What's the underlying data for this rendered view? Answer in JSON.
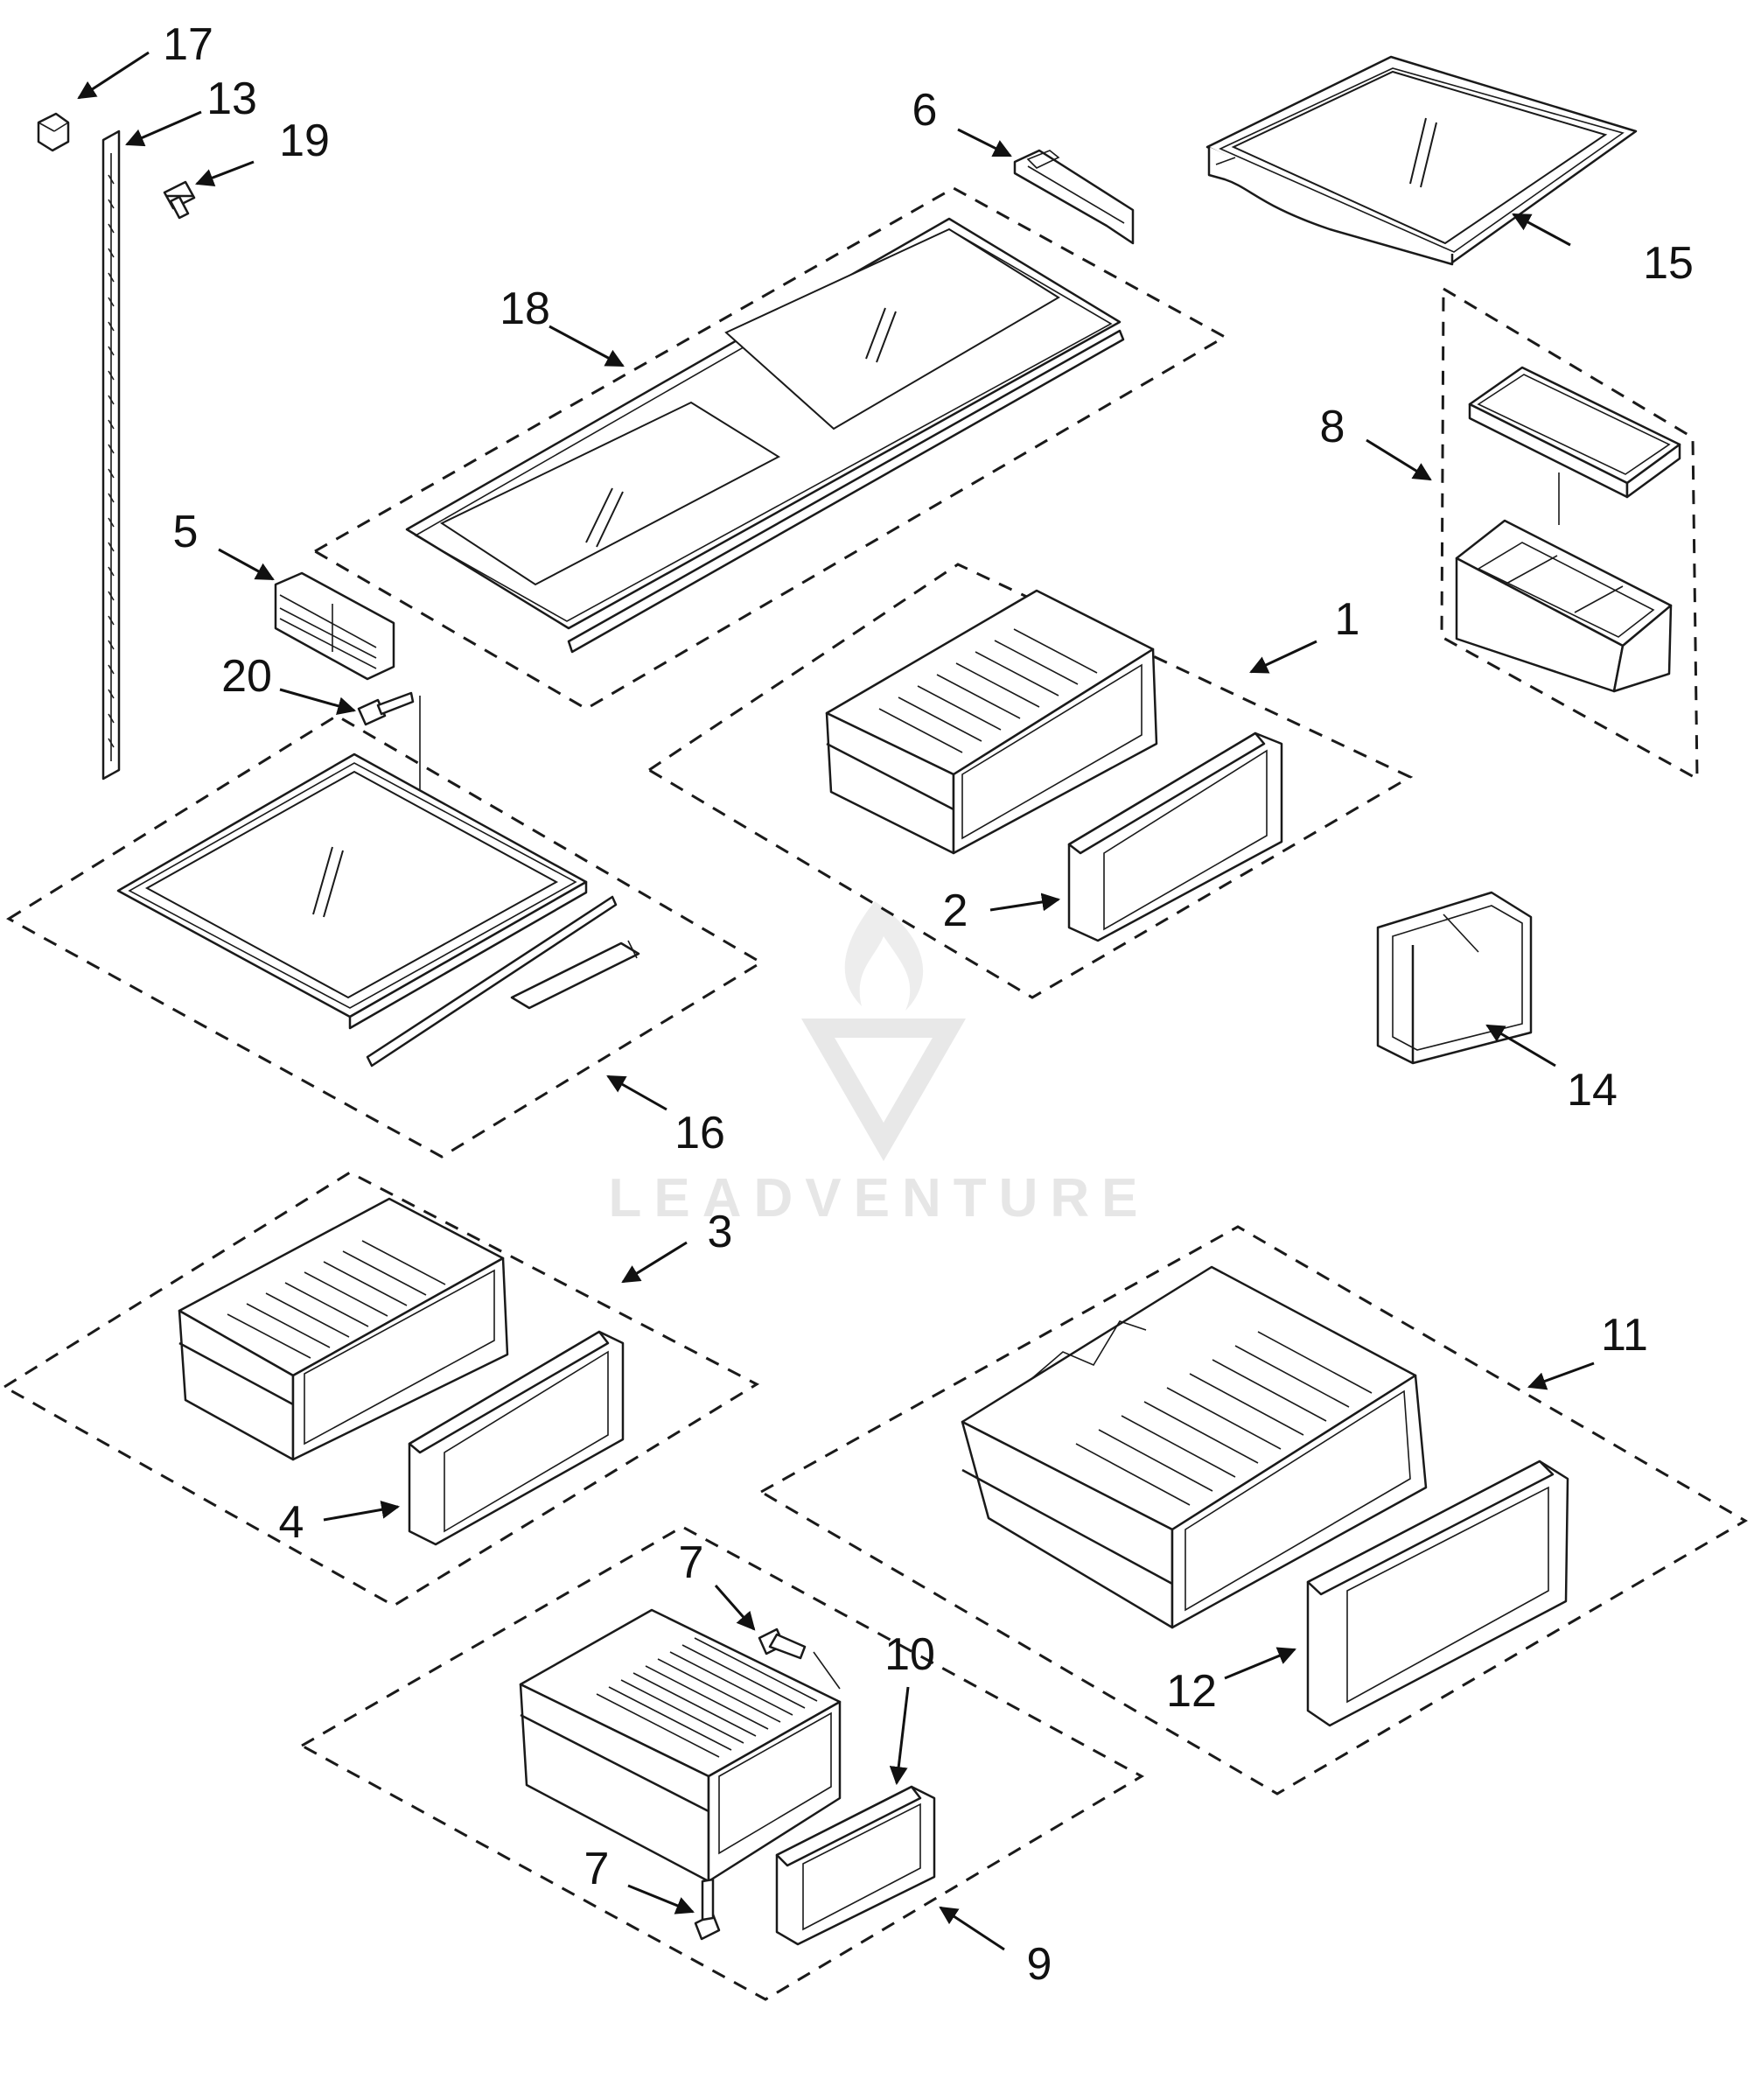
{
  "watermark": {
    "brand": "LEADVENTURE"
  },
  "callouts": {
    "c1": "1",
    "c2": "2",
    "c3": "3",
    "c4": "4",
    "c5": "5",
    "c6": "6",
    "c7a": "7",
    "c7b": "7",
    "c8": "8",
    "c9": "9",
    "c10": "10",
    "c11": "11",
    "c12": "12",
    "c13": "13",
    "c14": "14",
    "c15": "15",
    "c16": "16",
    "c17": "17",
    "c18": "18",
    "c19": "19",
    "c20": "20"
  }
}
